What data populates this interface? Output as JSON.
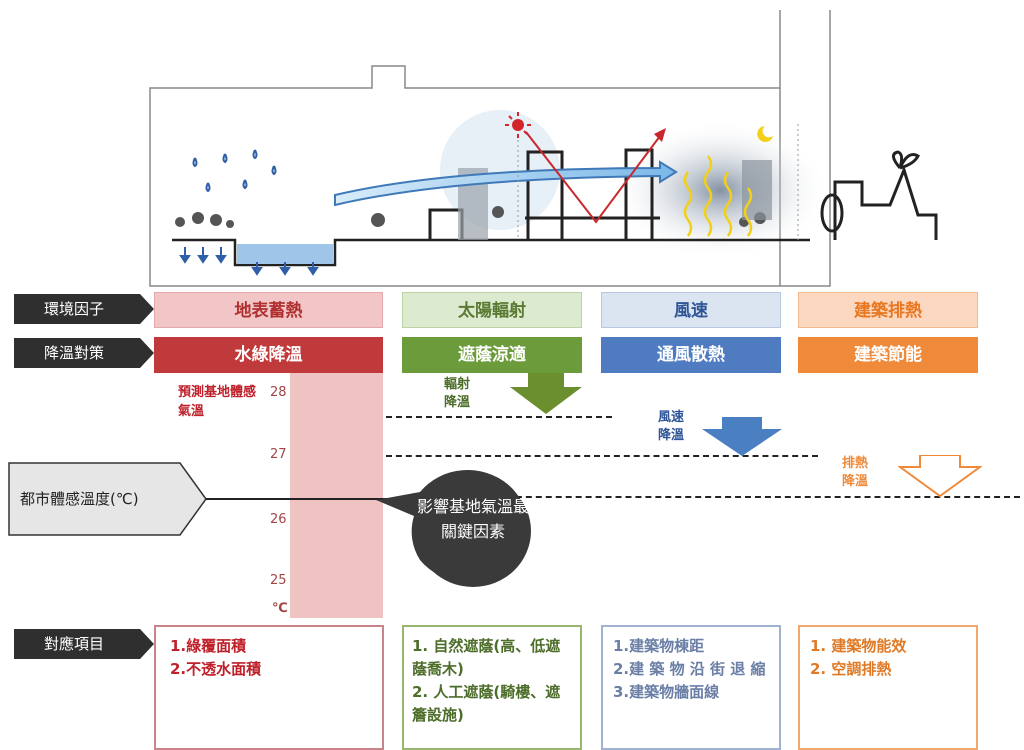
{
  "rows": {
    "factors_label": "環境因子",
    "strategy_label": "降溫對策",
    "items_label": "對應項目"
  },
  "columns": [
    {
      "factor": "地表蓄熱",
      "strategy": "水綠降溫",
      "items": [
        "1.綠覆面積",
        "2.不透水面積"
      ],
      "factor_bg": "#f2c6c6",
      "factor_color": "#b03030",
      "strategy_bg": "#c0393b",
      "border": "#c9848a",
      "text_color": "#c0202a"
    },
    {
      "factor": "太陽輻射",
      "strategy": "遮蔭涼適",
      "items": [
        "1. 自然遮蔭(高、低遮蔭喬木)",
        "2. 人工遮蔭(騎樓、遮簷設施)"
      ],
      "factor_bg": "#dcead0",
      "factor_color": "#5a7a32",
      "strategy_bg": "#6b9b3a",
      "border": "#97b76e",
      "text_color": "#4d6d2a"
    },
    {
      "factor": "風速",
      "strategy": "通風散熱",
      "items": [
        "1.建築物棟距",
        "2.建 築 物 沿 街 退 縮",
        "3.建築物牆面線"
      ],
      "factor_bg": "#dbe5f1",
      "factor_color": "#2f5597",
      "strategy_bg": "#4f7cc0",
      "border": "#9fb3d0",
      "text_color": "#6b7fa6"
    },
    {
      "factor": "建築排熱",
      "strategy": "建築節能",
      "items": [
        "1. 建築物能效",
        "2. 空調排熱"
      ],
      "factor_bg": "#fbd8bf",
      "factor_color": "#e87722",
      "strategy_bg": "#ef8a3a",
      "border": "#f0a870",
      "text_color": "#e07a26"
    }
  ],
  "axis": {
    "label": "預測基地體感氣溫",
    "ticks": [
      "28",
      "27",
      "26",
      "25"
    ],
    "unit": "℃"
  },
  "city_temp_label": "都市體感溫度(℃)",
  "key_factor_bubble": "影響基地氣溫最關鍵因素",
  "reductions": [
    {
      "label": "輻射降溫",
      "color": "#6b8f2f"
    },
    {
      "label": "風速降溫",
      "color": "#4a7fc1"
    },
    {
      "label": "排熱降溫",
      "color": "#ef8a3a"
    }
  ]
}
